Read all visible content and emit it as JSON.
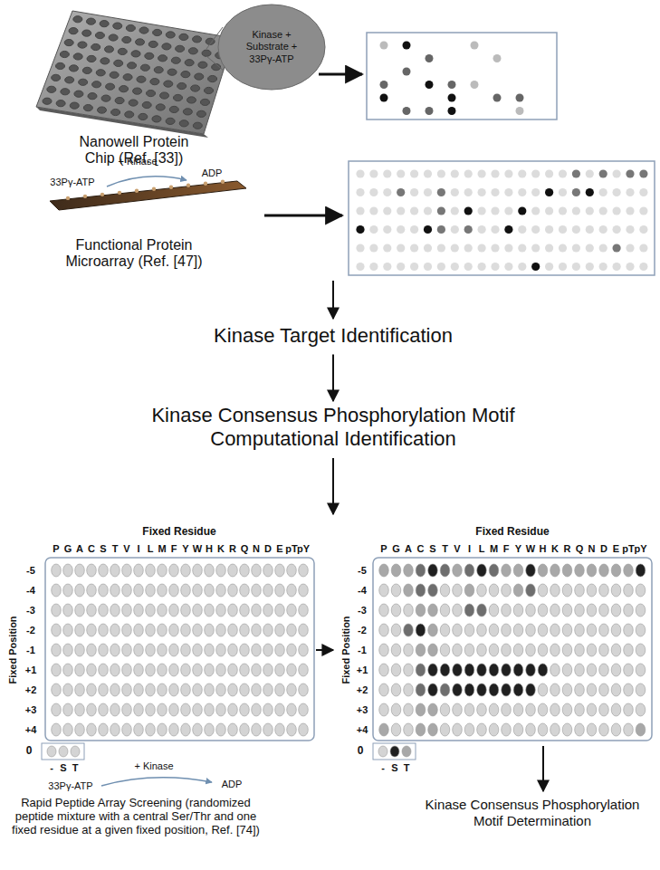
{
  "diagram": {
    "nodes": [
      {
        "text": [
          "Kinase + Substrate + 33Pγ-ATP"
        ]
      },
      {
        "text": [
          "Kinase Target Identification"
        ]
      },
      {
        "text": [
          "Kinase Consensus Phosphorylation Motif Computational Identification"
        ]
      },
      {
        "text": [
          "Kinase Consensus Phosphorylation Motif Determination"
        ]
      }
    ],
    "edges": [
      {
        "from": 1,
        "to": 2,
        "arrow": "to"
      }
    ],
    "labels": [
      "Nanowell Protein Chip (Ref. [33])",
      "33Pγ-ATP",
      "+ Kinase",
      "ADP",
      "Functional Protein Microarray (Ref. [47])",
      "Fixed Residue",
      "P",
      "G",
      "A",
      "C",
      "S",
      "T",
      "V",
      "I",
      "L",
      "M",
      "F",
      "Y",
      "W",
      "H",
      "K",
      "R",
      "Q",
      "N",
      "D",
      "E",
      "pT",
      "pY",
      "Fixed Position",
      "-5",
      "-4",
      "-3",
      "-2",
      "-1",
      "+1",
      "+2",
      "+3",
      "+4",
      "0",
      "-",
      "S",
      "T",
      "33Pγ-ATP",
      "+ Kinase",
      "ADP",
      "Fixed Residue",
      "P",
      "G",
      "A",
      "C",
      "S",
      "T",
      "V",
      "I",
      "L",
      "M",
      "F",
      "Y",
      "W",
      "H",
      "K",
      "R",
      "Q",
      "N",
      "D",
      "E",
      "pT",
      "pY",
      "Fixed Position",
      "-5",
      "-4",
      "-3",
      "-2",
      "-1",
      "+1",
      "+2",
      "+3",
      "+4",
      "0",
      "-",
      "S",
      "T",
      "Rapid Peptide Array Screening (randomized peptide mixture with a central Ser/Thr and one fixed residue at a given fixed position, Ref. [74])"
    ]
  }
}
